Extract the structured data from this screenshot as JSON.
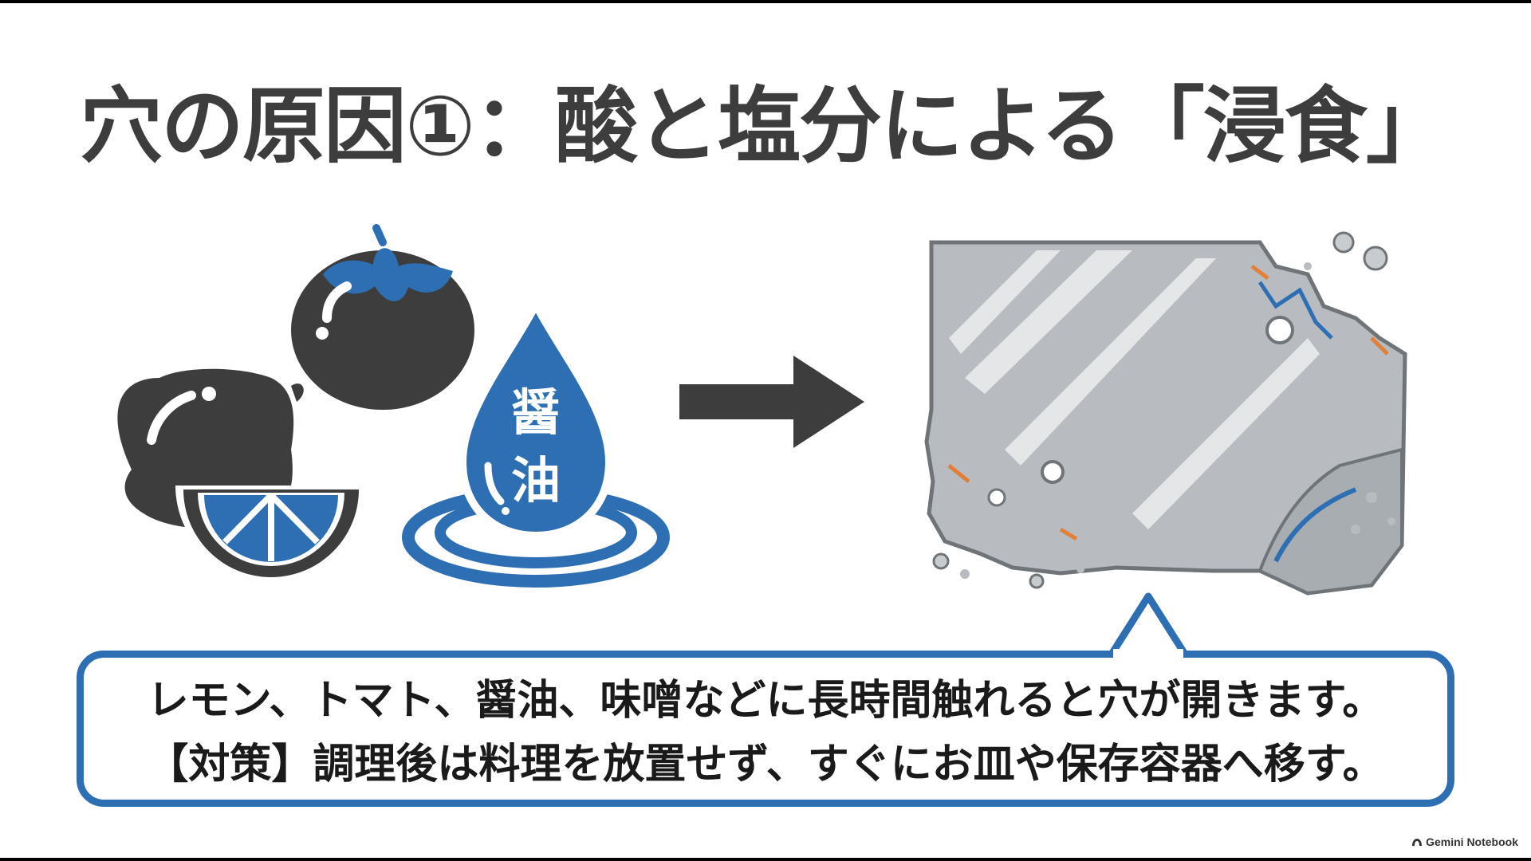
{
  "title": "穴の原因①：酸と塩分による「浸食」",
  "illustration": {
    "drop_label_top": "醤",
    "drop_label_bottom": "油",
    "icons": [
      "lemon-icon",
      "tomato-icon",
      "soy-sauce-drop-icon",
      "arrow-right-icon",
      "corroded-foil-icon"
    ]
  },
  "callout": {
    "line1": "レモン、トマト、醤油、味噌などに長時間触れると穴が開きます。",
    "line2": "【対策】調理後は料理を放置せず、すぐにお皿や保存容器へ移す。"
  },
  "branding": {
    "label": "Gemini Notebook"
  },
  "colors": {
    "accent_blue": "#2e6fb4",
    "dark_gray": "#3d3d3d",
    "foil_gray": "#b8bcc0",
    "rust_orange": "#e0803a"
  }
}
